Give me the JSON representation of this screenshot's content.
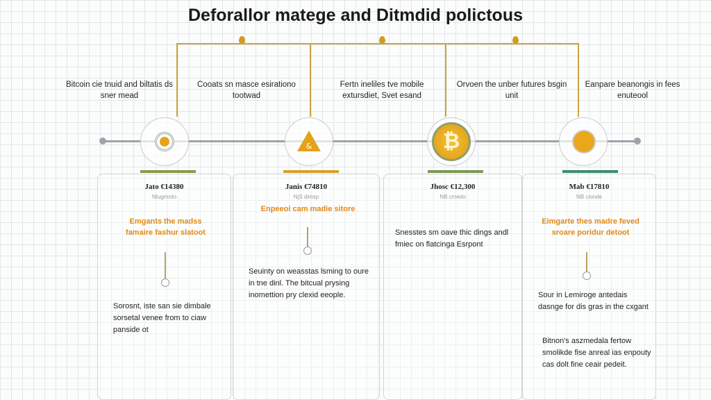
{
  "title": "Deforallor matege and Ditmdid polictous",
  "top_notes": [
    "Bitcoin cie tnuid and biltatis ds sner mead",
    "Cooats sn masce esirationo tootwad",
    "Fertn ineliles tve mobile extursdiet, Svet esand",
    "Orvoen the unber futures bsgin unit",
    "Eanpare beanongis in fees enuteool"
  ],
  "panels": [
    {
      "date": "Jato €14380",
      "sub": "Ntugmrdo",
      "highlight": "Emgants the madss famaire fashur slatoot",
      "body": "Sorosnt, iste san sie dimbale sorsetal venee from to ciaw panside ot"
    },
    {
      "date": "Janis €74810",
      "sub": "NjS dimsp",
      "highlight": "Enpeeoi cam madie sitore",
      "body": "Seuinty on weasstas lsming to oure in tne dinl. The bitcual prysing inomettion pry clexid eeople."
    },
    {
      "date": "Jhosc €12,300",
      "sub": "NB cmedo",
      "highlight": "",
      "body": "Snesstes sm oave thic dings andl fmiec on flatcinga Esrpont"
    },
    {
      "date": "Mab €17810",
      "sub": "NB cionde",
      "highlight": "Eimgarte thes madre feved sroare poridur detoot",
      "body": "Sour in Lemiroge antedais dasnge for dis gras in the cxgant",
      "body2": "Bitnon's aszmedala fertow smolikde fise anreal ias enpouty cas dolt fine ceair pedeit."
    }
  ],
  "colors": {
    "accent": "#e8a418",
    "bars": [
      "#8a9a48",
      "#d4a22a",
      "#7a9a58",
      "#3e8a72"
    ]
  }
}
